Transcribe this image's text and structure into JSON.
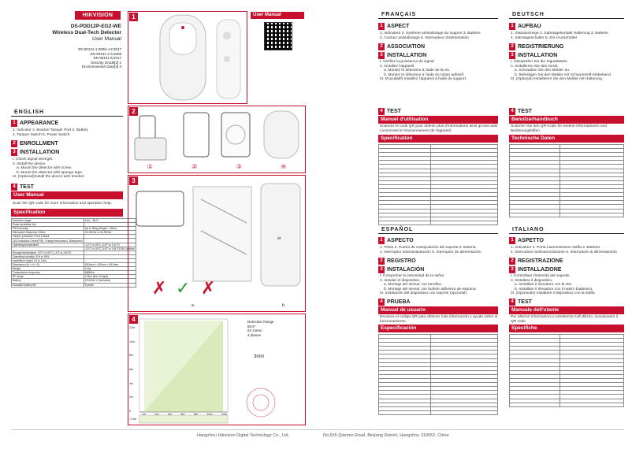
{
  "colors": {
    "accent": "#c8102e"
  },
  "brand": {
    "logo": "HIKVISION"
  },
  "header": {
    "model": "DS-PDD12P-EG2-WE",
    "product": "Wireless Dual-Tech Detector",
    "doc": "User Manual",
    "standards": [
      "EN 50131-1:2006+A2:2017",
      "EN 50131-2-4:2008",
      "EN 50131-6:2017",
      "Security Grade[2] 2",
      "Environmental Class[II] II"
    ]
  },
  "english": {
    "lang": "ENGLISH",
    "s1_num": "1",
    "s1": "APPEARANCE",
    "s1_items": [
      "1. Indicator  2. Bracket Tamper Port  3. Battery",
      "4. Tamper Switch  5. Power Switch"
    ],
    "s2_num": "2",
    "s2": "ENROLLMENT",
    "s3_num": "3",
    "s3": "INSTALLATION",
    "s3_items": [
      "I. Check signal strength.",
      "II. Install the device.",
      "a. Mount the detector with screw.",
      "b. Mount the detector with sponge tape.",
      "III. (Optional)Install the device with bracket."
    ],
    "s4_num": "4",
    "s4": "TEST",
    "manual": "User Manual",
    "manual_text": "Scan the QR code for more information and operation help.",
    "spec": "Specification",
    "spec_rows": [
      [
        "Detection range",
        "12m，85.9°"
      ],
      [
        "Pulse sensitivity Yes",
        ""
      ],
      [
        "PIR Immunity",
        "Up to 30kg (Height < 45cm)"
      ],
      [
        "Microwave frequency 24Ghz",
        "24.15Ghz to 24.25Ghz"
      ],
      [
        "Tamper protection Front & Back",
        ""
      ],
      [
        "LED indicators Green(PIR), Orange(microwave), Blue(alarm)",
        ""
      ],
      [
        "Operating temperature",
        "-10°C to 55°C (14°F to 131°F)"
      ],
      [
        "",
        "-10°C to 40°C (14°F to 104°F) EN Certified"
      ],
      [
        "Storage temperature -20°C to 60°C (-4°F to 140°F)",
        ""
      ],
      [
        "Operating humidity 10% to 90%",
        ""
      ],
      [
        "Installation height 1.8 to 2.4m",
        ""
      ],
      [
        "Dimension (W × H × D)",
        "65.5mm × 105mm × 48.5mm"
      ],
      [
        "Weight",
        "141g"
      ],
      [
        "Transmission frequency",
        "868MHz"
      ],
      [
        "RF range",
        "1.6km (line-of-sight)"
      ],
      [
        "Battery",
        "CR123A ×2 (included)"
      ],
      [
        "Standard battery life",
        "5 years"
      ]
    ]
  },
  "panels": {
    "p1": "1",
    "p2": "2",
    "p3": "3",
    "p4": "4",
    "um_title": "User Manual",
    "p2_labels": [
      "①",
      "②",
      "③",
      "④"
    ],
    "p3_labels": [
      "a.",
      "b."
    ],
    "p3_or": "or",
    "p4_legend": [
      "Detection Range",
      "85.9°",
      "52 zones",
      "4 planes"
    ],
    "p4_time": "3min",
    "p4_y": [
      "12m",
      "10m",
      "8m",
      "6m",
      "4m",
      "2m",
      "0"
    ],
    "p4_x": [
      "1m",
      "2m",
      "4m",
      "6m",
      "8m",
      "10m",
      "12m"
    ],
    "p4_side": "2.4m"
  },
  "francais": {
    "lang": "FRANÇAIS",
    "s1": "ASPECT",
    "s1_items": [
      "1. Indicateur  2. Système antisabotage du support  3. Batterie",
      "4. Contact antisabotage  5. Interrupteur d'alimentation"
    ],
    "s2": "ASSOCIATION",
    "s3": "INSTALLATION",
    "s3_items": [
      "I. Vérifiez la puissance du signal.",
      "II. Installez l'appareil.",
      "a. Montez le détecteur à l'aide de la vis.",
      "b. Montez le détecteur à l'aide du ruban adhésif.",
      "III. (Facultatif) Installez l'appareil à l'aide du support."
    ],
    "s4": "TEST",
    "manual": "Manuel d'utilisation",
    "manual_text": "Scannez le code QR pour obtenir plus d'informations ainsi qu'une aide concernant le fonctionnement de l'appareil.",
    "spec": "Spécification"
  },
  "deutsch": {
    "lang": "DEUTSCH",
    "s1": "AUFBAU",
    "s1_items": [
      "1. Statusanzeige  2. Sabotagekontakt Halterung  3. Batterie",
      "4. Sabotageschalter  5. Ein-/Ausschalter"
    ],
    "s2": "REGISTRIERUNG",
    "s3": "INSTALLATION",
    "s3_items": [
      "I. Überprüfen Sie die Signalstärke.",
      "II. Installieren Sie das Gerät.",
      "a. Schrauben Sie den Melder an.",
      "b. Befestigen Sie den Melder mit Schaumstoff-Klebeband.",
      "III. (Optional) Installieren Sie den Melder mit Halterung."
    ],
    "s4": "TEST",
    "manual": "Benutzerhandbuch",
    "manual_text": "Scannen Sie den QR-Code für weitere Informationen und Bedienungshilfen.",
    "spec": "Technische Daten"
  },
  "espanol": {
    "lang": "ESPAÑOL",
    "s1": "ASPECTO",
    "s1_items": [
      "1. Piloto  2. Puerto de manipulación del soporte  3. Batería",
      "4. Interruptor antimanipulación  5. Interruptor de alimentación"
    ],
    "s2": "REGISTRO",
    "s3": "INSTALACIÓN",
    "s3_items": [
      "I. Comprobar la intensidad de la señal.",
      "II. Instalar el dispositivo.",
      "a. Montaje del sensor con tornillos.",
      "b. Montaje del sensor con burlete adhesivo de espuma.",
      "III. Instalación del dispositivo con soporte (opcional)."
    ],
    "s4": "PRUEBA",
    "manual": "Manual de usuario",
    "manual_text": "Escanee el código QR para obtener más información y ayuda sobre el funcionamiento.",
    "spec": "Especificación"
  },
  "italiano": {
    "lang": "ITALIANO",
    "s1": "ASPETTO",
    "s1_items": [
      "1. Indicatore  2. Porta manomissione staffa  3. Batteria",
      "4. Interruttore antimanomissione  5. Interruttore di alimentazione"
    ],
    "s2": "REGISTRAZIONE",
    "s3": "INSTALLAZIONE",
    "s3_items": [
      "I. Controllare l'intensità del segnale.",
      "II. Installare il dispositivo.",
      "a. Installare il rilevatore con la vite.",
      "b. Installare il rilevatore con il nastro biadesivo.",
      "III. (Opzionale) Installare il dispositivo con la staffa."
    ],
    "s4": "TEST",
    "manual": "Manuale dell'utente",
    "manual_text": "Per ulteriori informazioni e assistenza sull'utilizzo, scansionare il QR code.",
    "spec": "Specifiche"
  },
  "footer": {
    "company": "Hangzhou Hikvision Digital Technology Co., Ltd.",
    "address": "No.555 Qianmo Road, Binjiang District, Hangzhou 310052, China"
  }
}
